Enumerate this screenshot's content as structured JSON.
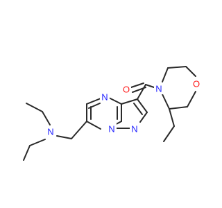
{
  "molecule": {
    "atoms": {
      "n_amine": {
        "symbol": "N",
        "color": "#2424ff"
      },
      "n_ring6": {
        "symbol": "N",
        "color": "#2424ff"
      },
      "n_bridge": {
        "symbol": "N",
        "color": "#2424ff"
      },
      "n_pyrazole": {
        "symbol": "N",
        "color": "#2424ff"
      },
      "n_morpholine": {
        "symbol": "N",
        "color": "#2424ff"
      },
      "o_carbonyl": {
        "symbol": "O",
        "color": "#ff1b1b"
      },
      "o_morpholine": {
        "symbol": "O",
        "color": "#ff1b1b"
      }
    },
    "bond_color": "#2a2a2a"
  }
}
